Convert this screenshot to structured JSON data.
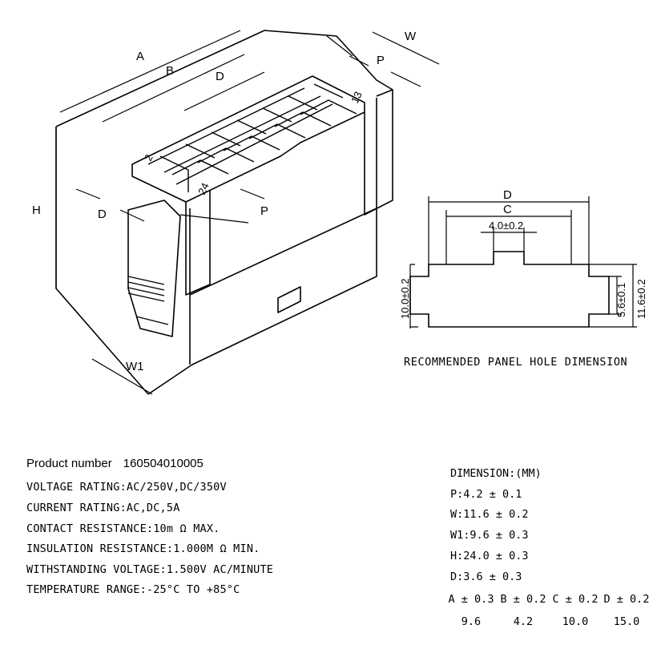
{
  "drawing": {
    "iso_labels": {
      "A": "A",
      "B": "B",
      "D_top": "D",
      "W": "W",
      "P_top": "P",
      "H": "H",
      "D_left": "D",
      "P_mid": "P",
      "W1": "W1"
    },
    "pin_labels": {
      "p2": "2",
      "p13": "13",
      "p24": "24"
    }
  },
  "panel": {
    "D": "D",
    "C": "C",
    "center_width": "4.0±0.2",
    "height_left": "10.0±0.2",
    "height_inner": "5.6±0.1",
    "height_right": "11.6±0.2",
    "caption": "RECOMMENDED PANEL HOLE DIMENSION"
  },
  "specs": {
    "product_number_label": "Product number",
    "product_number": "160504010005",
    "voltage_rating": "VOLTAGE RATING:AC/250V,DC/350V",
    "current_rating": "CURRENT RATING:AC,DC,5A",
    "contact_resistance": "CONTACT RESISTANCE:10m Ω MAX.",
    "insulation_resistance": "INSULATION RESISTANCE:1.000M Ω MIN.",
    "withstanding_voltage": "WITHSTANDING VOLTAGE:1.500V AC/MINUTE",
    "temperature_range": "TEMPERATURE RANGE:-25°C TO +85°C"
  },
  "dimensions": {
    "title": "DIMENSION:(MM)",
    "P": "P:4.2 ± 0.1",
    "W": "W:11.6 ± 0.2",
    "W1": "W1:9.6 ± 0.3",
    "H": "H:24.0 ± 0.3",
    "D": "D:3.6 ± 0.3",
    "table_headers": [
      "A ± 0.3",
      "B ± 0.2",
      "C ± 0.2",
      "D ± 0.2"
    ],
    "table_values": [
      "9.6",
      "4.2",
      "10.0",
      "15.0"
    ]
  }
}
